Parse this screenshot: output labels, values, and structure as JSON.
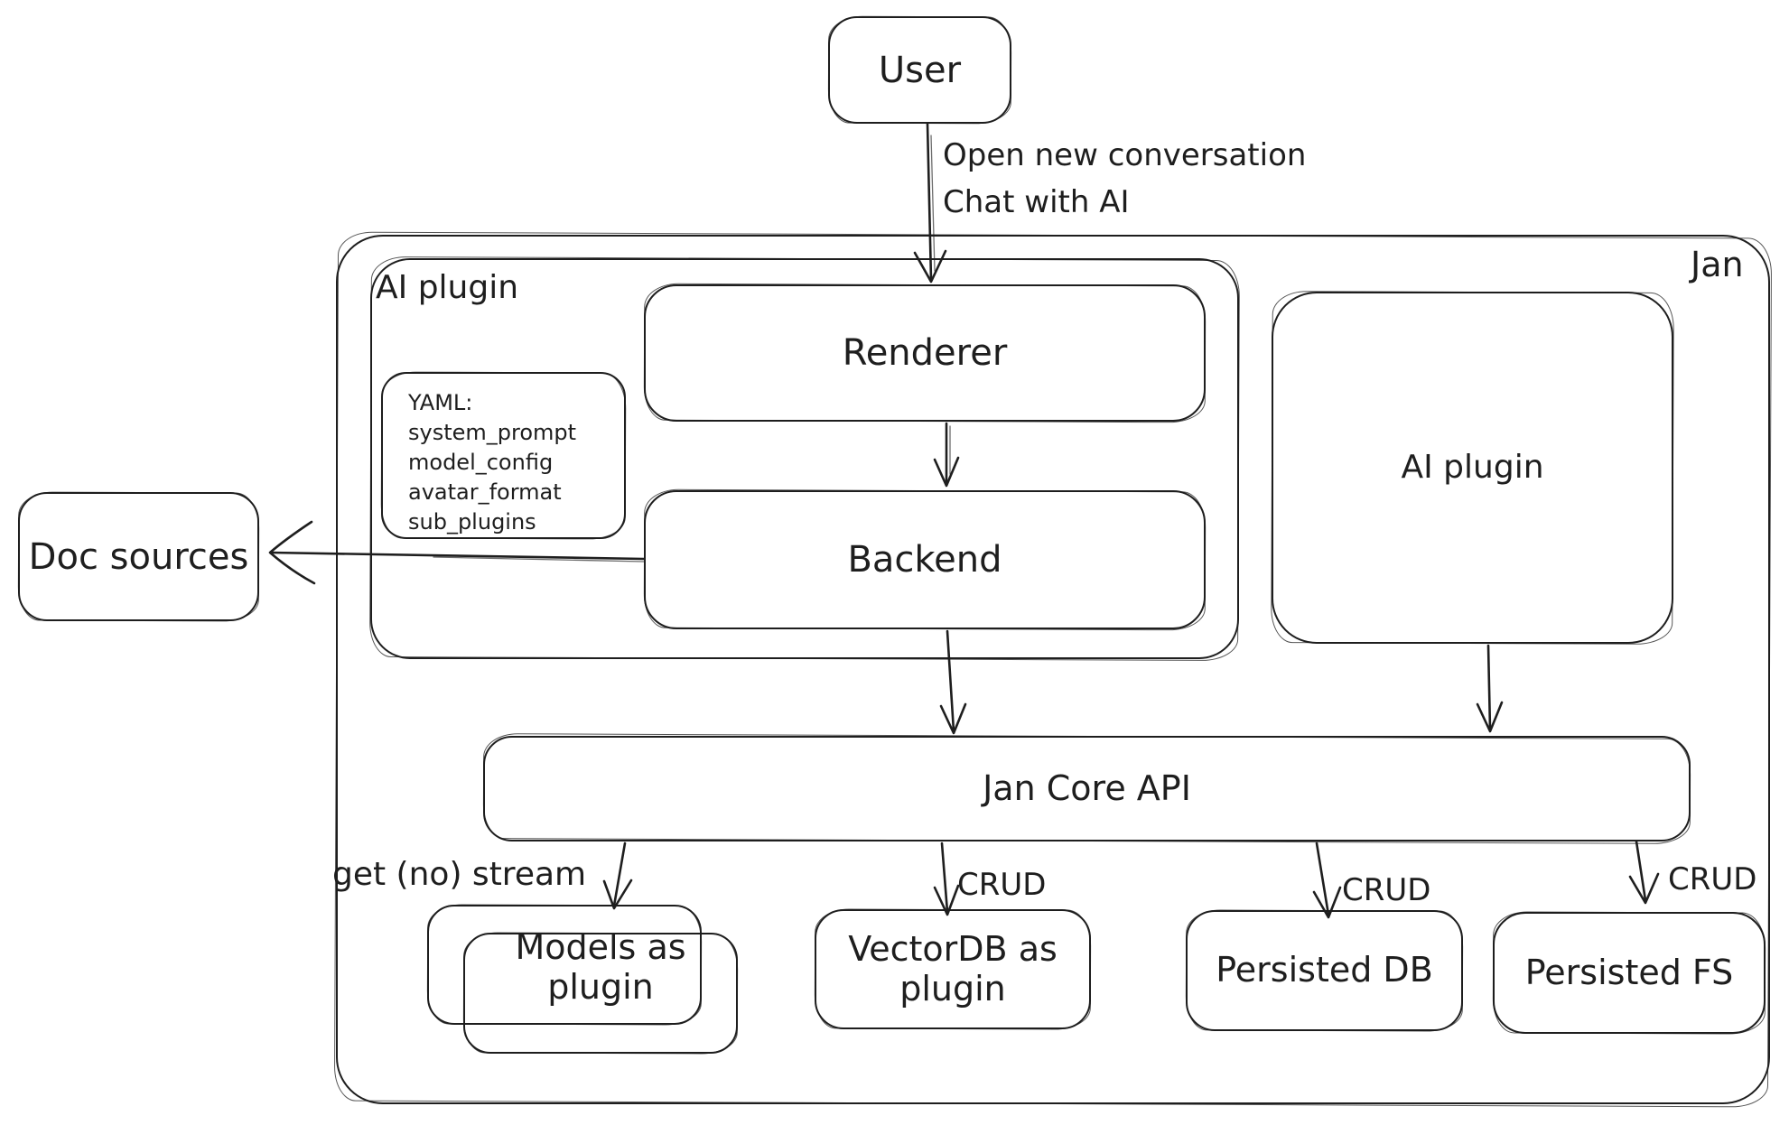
{
  "diagram": {
    "container_label": "Jan",
    "nodes": {
      "user": {
        "label": "User"
      },
      "ai_plugin_container": {
        "label": "AI plugin"
      },
      "renderer": {
        "label": "Renderer"
      },
      "backend": {
        "label": "Backend"
      },
      "yaml_note": {
        "lines": [
          "YAML:",
          "system_prompt",
          "model_config",
          "avatar_format",
          "sub_plugins"
        ]
      },
      "ai_plugin_box": {
        "label": "AI plugin"
      },
      "doc_sources": {
        "label": "Doc sources"
      },
      "jan_core_api": {
        "label": "Jan Core API"
      },
      "models_as_plugin": {
        "label": "Models as plugin"
      },
      "vectordb_as_plugin": {
        "label": "VectorDB as plugin"
      },
      "persisted_db": {
        "label": "Persisted DB"
      },
      "persisted_fs": {
        "label": "Persisted FS"
      }
    },
    "edge_labels": {
      "user_to_plugin_line1": "Open new conversation",
      "user_to_plugin_line2": "Chat with AI",
      "core_to_models": "get (no) stream",
      "core_to_vectordb": "CRUD",
      "core_to_persisted_db": "CRUD",
      "core_to_persisted_fs": "CRUD"
    },
    "colors": {
      "stroke": "#1e1e1e",
      "background": "#ffffff"
    }
  }
}
